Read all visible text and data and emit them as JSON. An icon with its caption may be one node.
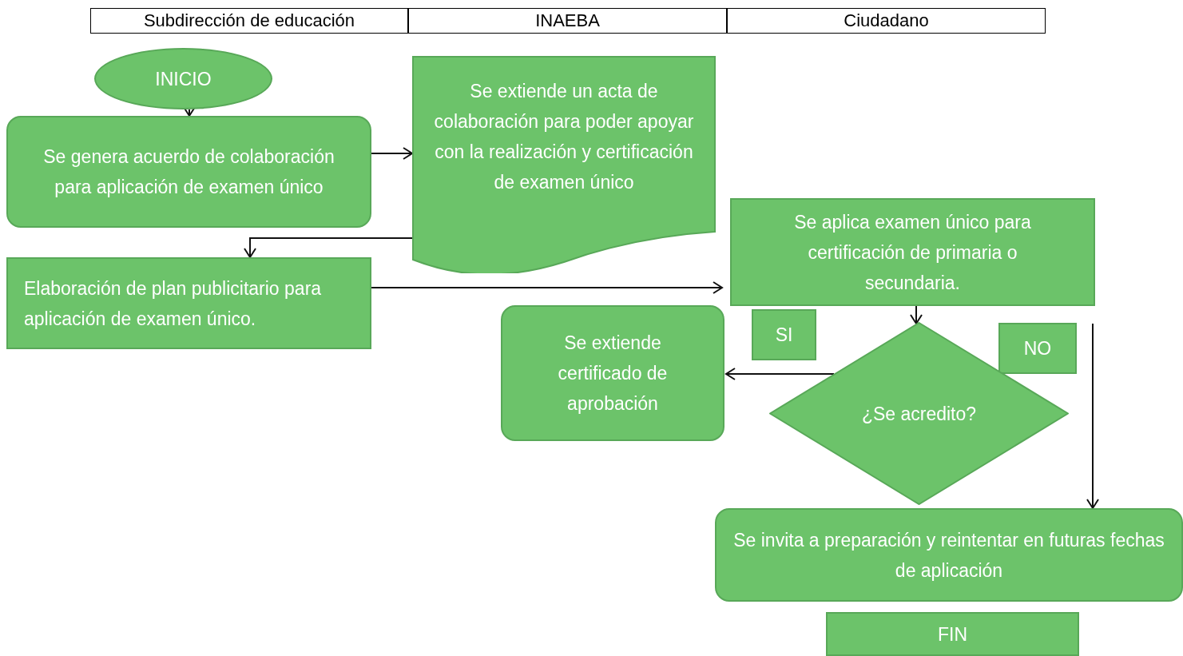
{
  "diagram": {
    "nodes": [
      {
        "text": [
          "Subdirección de educación"
        ]
      },
      {
        "text": [
          "INAEBA"
        ]
      },
      {
        "text": [
          "Ciudadano"
        ]
      },
      {
        "text": [
          "INICIO"
        ]
      },
      {
        "text": [
          "Se genera acuerdo de colaboración para aplicación de examen único"
        ]
      },
      {
        "text": [
          "Se extiende un acta de colaboración para poder apoyar con la realización y certificación de examen único"
        ]
      },
      {
        "text": [
          "Elaboración de plan publicitario para aplicación de examen único."
        ]
      },
      {
        "text": [
          "Se aplica examen único para certificación de primaria o secundaria."
        ]
      },
      {
        "text": [
          "SI"
        ]
      },
      {
        "text": [
          "NO"
        ]
      },
      {
        "text": [
          "Se extiende certificado de aprobación"
        ]
      },
      {
        "text": [
          "¿Se acredito?"
        ]
      },
      {
        "text": [
          "Se invita a preparación y reintentar en futuras fechas de aplicación"
        ]
      },
      {
        "text": [
          "FIN"
        ]
      }
    ],
    "edges": [
      {
        "from": 3,
        "to": 4,
        "arrow": "to"
      },
      {
        "from": 4,
        "to": 5,
        "arrow": "to"
      },
      {
        "from": 5,
        "to": 6,
        "arrow": "to"
      },
      {
        "from": 6,
        "to": 7,
        "arrow": "to"
      },
      {
        "from": 7,
        "to": 11,
        "arrow": "to"
      },
      {
        "from": 11,
        "to": 10,
        "arrow": "to"
      },
      {
        "from": null,
        "to": 12,
        "arrow": "to"
      }
    ]
  }
}
